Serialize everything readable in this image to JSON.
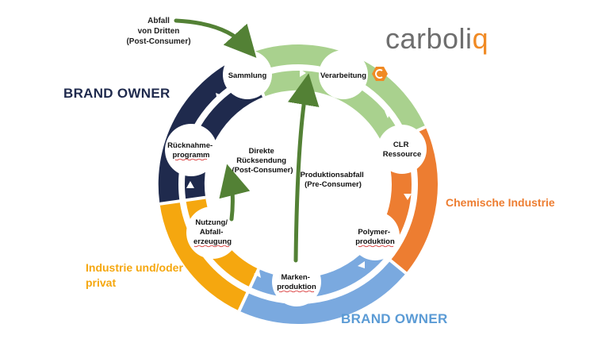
{
  "logo": {
    "text_main": "carboli",
    "text_accent": "q"
  },
  "labels": {
    "brand_owner_top": "BRAND OWNER",
    "brand_owner_bottom": "BRAND OWNER",
    "chemical_industry": "Chemische Industrie",
    "industry_line1": "Industrie und/oder",
    "industry_line2": "privat",
    "third_party_line1": "Abfall",
    "third_party_line2": "von Dritten",
    "third_party_line3": "(Post-Consumer)"
  },
  "nodes": {
    "collection": [
      "Sammlung"
    ],
    "processing": [
      "Verarbeitung"
    ],
    "clr": [
      "CLR",
      "Ressource"
    ],
    "polymer": [
      "Polymer-",
      "produktion"
    ],
    "brand": [
      "Marken-",
      "produktion"
    ],
    "use": [
      "Nutzung/",
      "Abfall-",
      "erzeugung"
    ],
    "takeback": [
      "Rücknahme-",
      "programm"
    ]
  },
  "center": {
    "direct_return": [
      "Direkte",
      "Rücksendung",
      "(Post-Consumer)"
    ],
    "production_waste": [
      "Produktionsabfall",
      "(Pre-Consumer)"
    ]
  },
  "colors": {
    "navy": "#1f2a4d",
    "green": "#a9d18e",
    "orange": "#ed7d31",
    "blue": "#7aa9df",
    "yellow": "#f5a70f",
    "arrow": "#538135",
    "brand_blue": "#5b9bd5"
  }
}
